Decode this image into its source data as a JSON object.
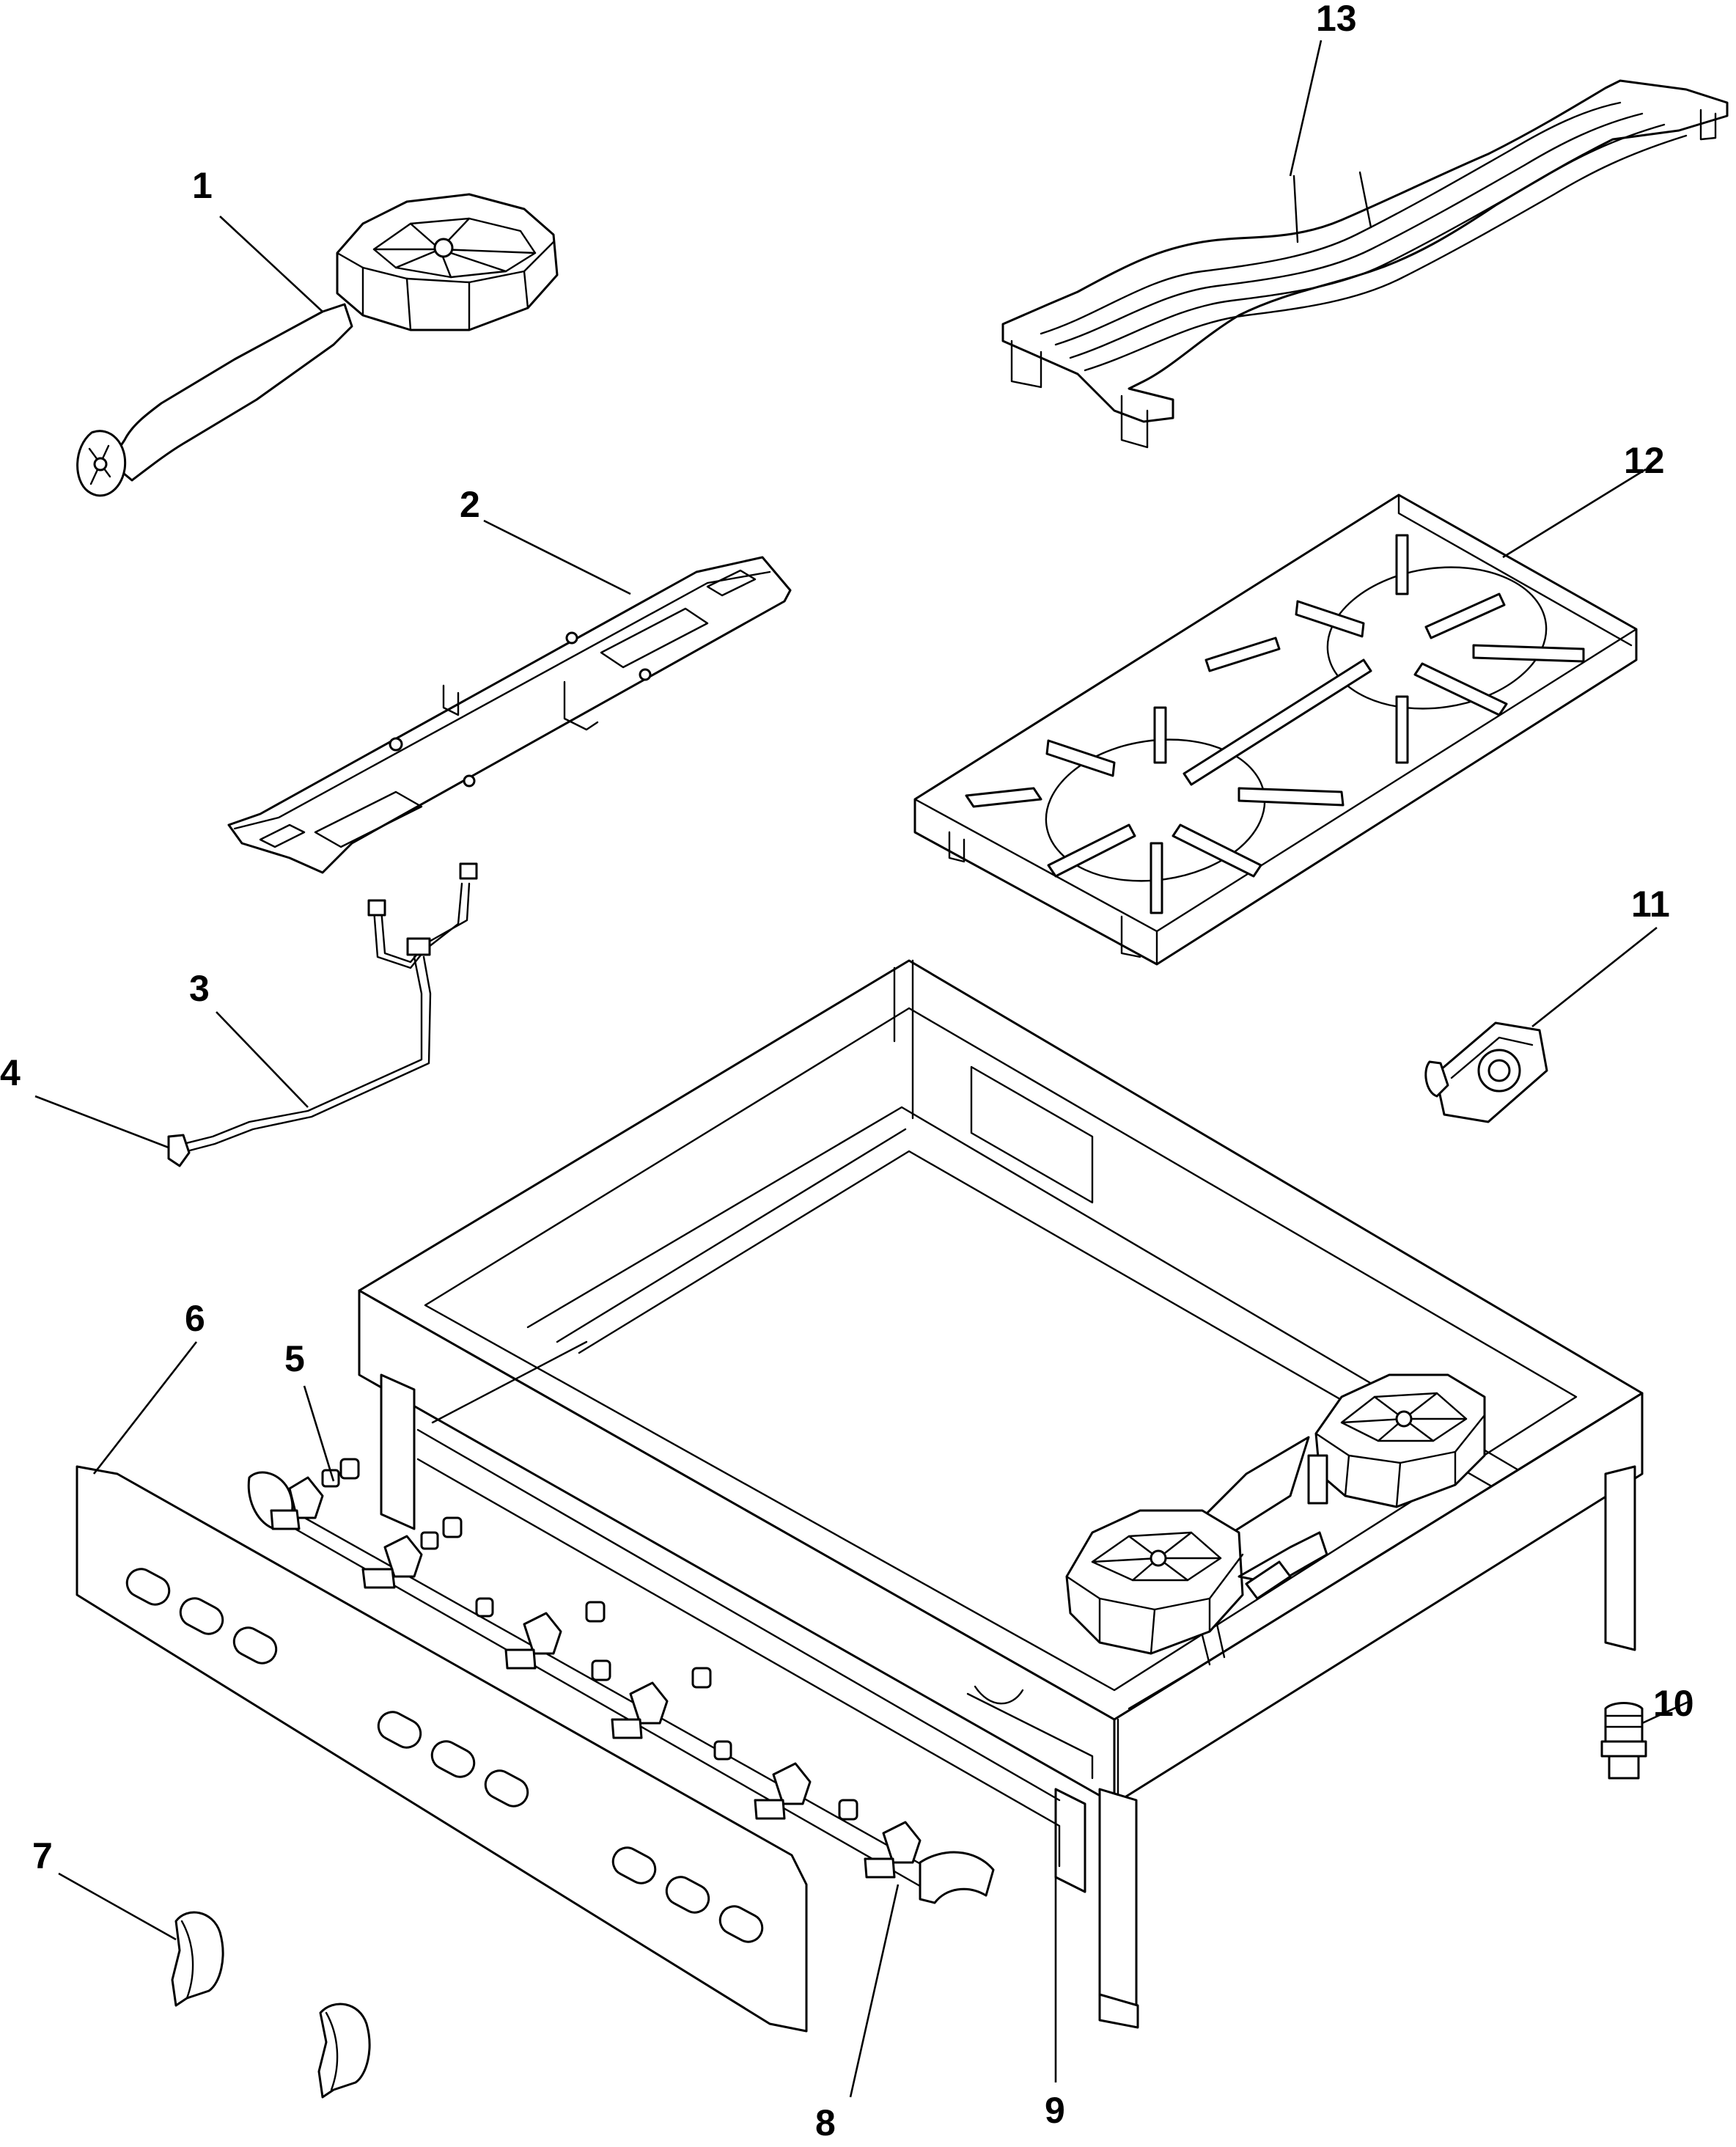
{
  "callouts": [
    {
      "id": "c1",
      "label": "1"
    },
    {
      "id": "c2",
      "label": "2"
    },
    {
      "id": "c3",
      "label": "3"
    },
    {
      "id": "c4",
      "label": "4"
    },
    {
      "id": "c5",
      "label": "5"
    },
    {
      "id": "c6",
      "label": "6"
    },
    {
      "id": "c7",
      "label": "7"
    },
    {
      "id": "c8",
      "label": "8"
    },
    {
      "id": "c9",
      "label": "9"
    },
    {
      "id": "c10",
      "label": "10"
    },
    {
      "id": "c11",
      "label": "11"
    },
    {
      "id": "c12",
      "label": "12"
    },
    {
      "id": "c13",
      "label": "13"
    }
  ],
  "colors": {
    "ink": "#000000",
    "paper": "#ffffff"
  }
}
